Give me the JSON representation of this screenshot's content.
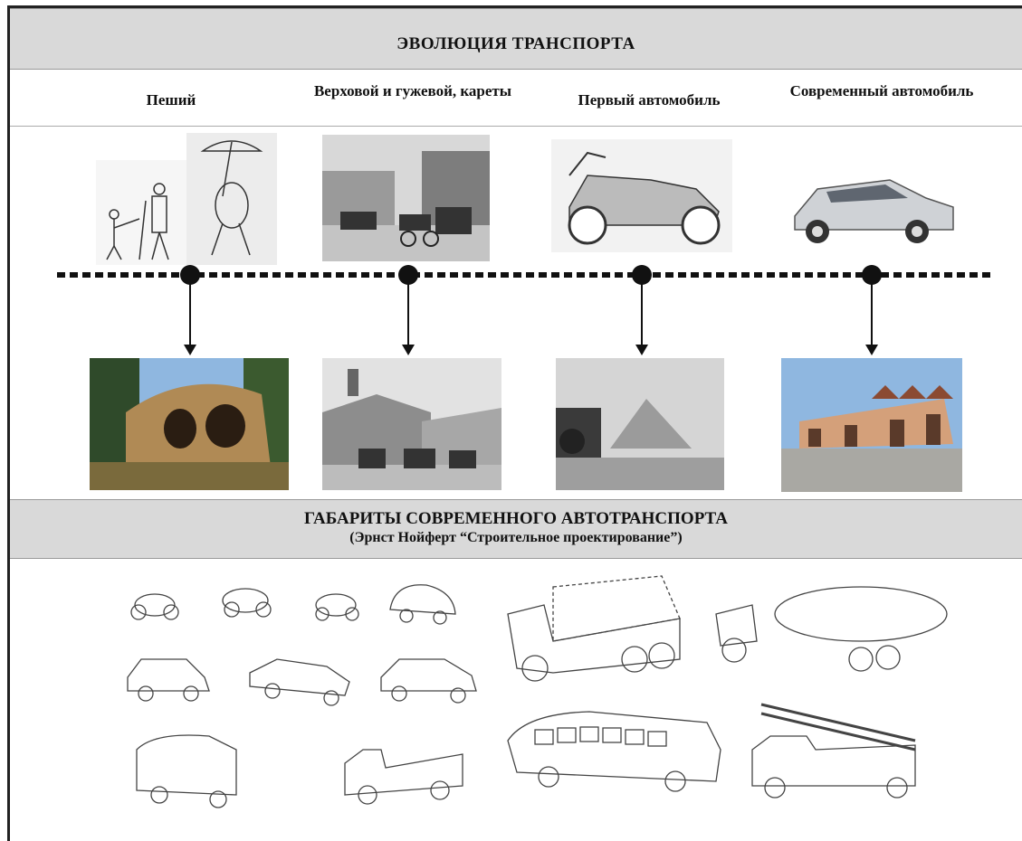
{
  "header": {
    "title": "ЭВОЛЮЦИЯ ТРАНСПОРТА"
  },
  "columns": [
    {
      "label": "Пеший"
    },
    {
      "label": "Верховой и гужевой, кареты"
    },
    {
      "label": "Первый автомобиль"
    },
    {
      "label": "Современный автомобиль"
    }
  ],
  "section2": {
    "title": "ГАБАРИТЫ СОВРЕМЕННОГО АВТОТРАНСПОРТА",
    "subtitle": "(Эрнст Нойферт “Строительное проектирование”)"
  },
  "colors": {
    "band": "#d9d9d9",
    "ink": "#111111",
    "sky": "#8fb7e0"
  }
}
